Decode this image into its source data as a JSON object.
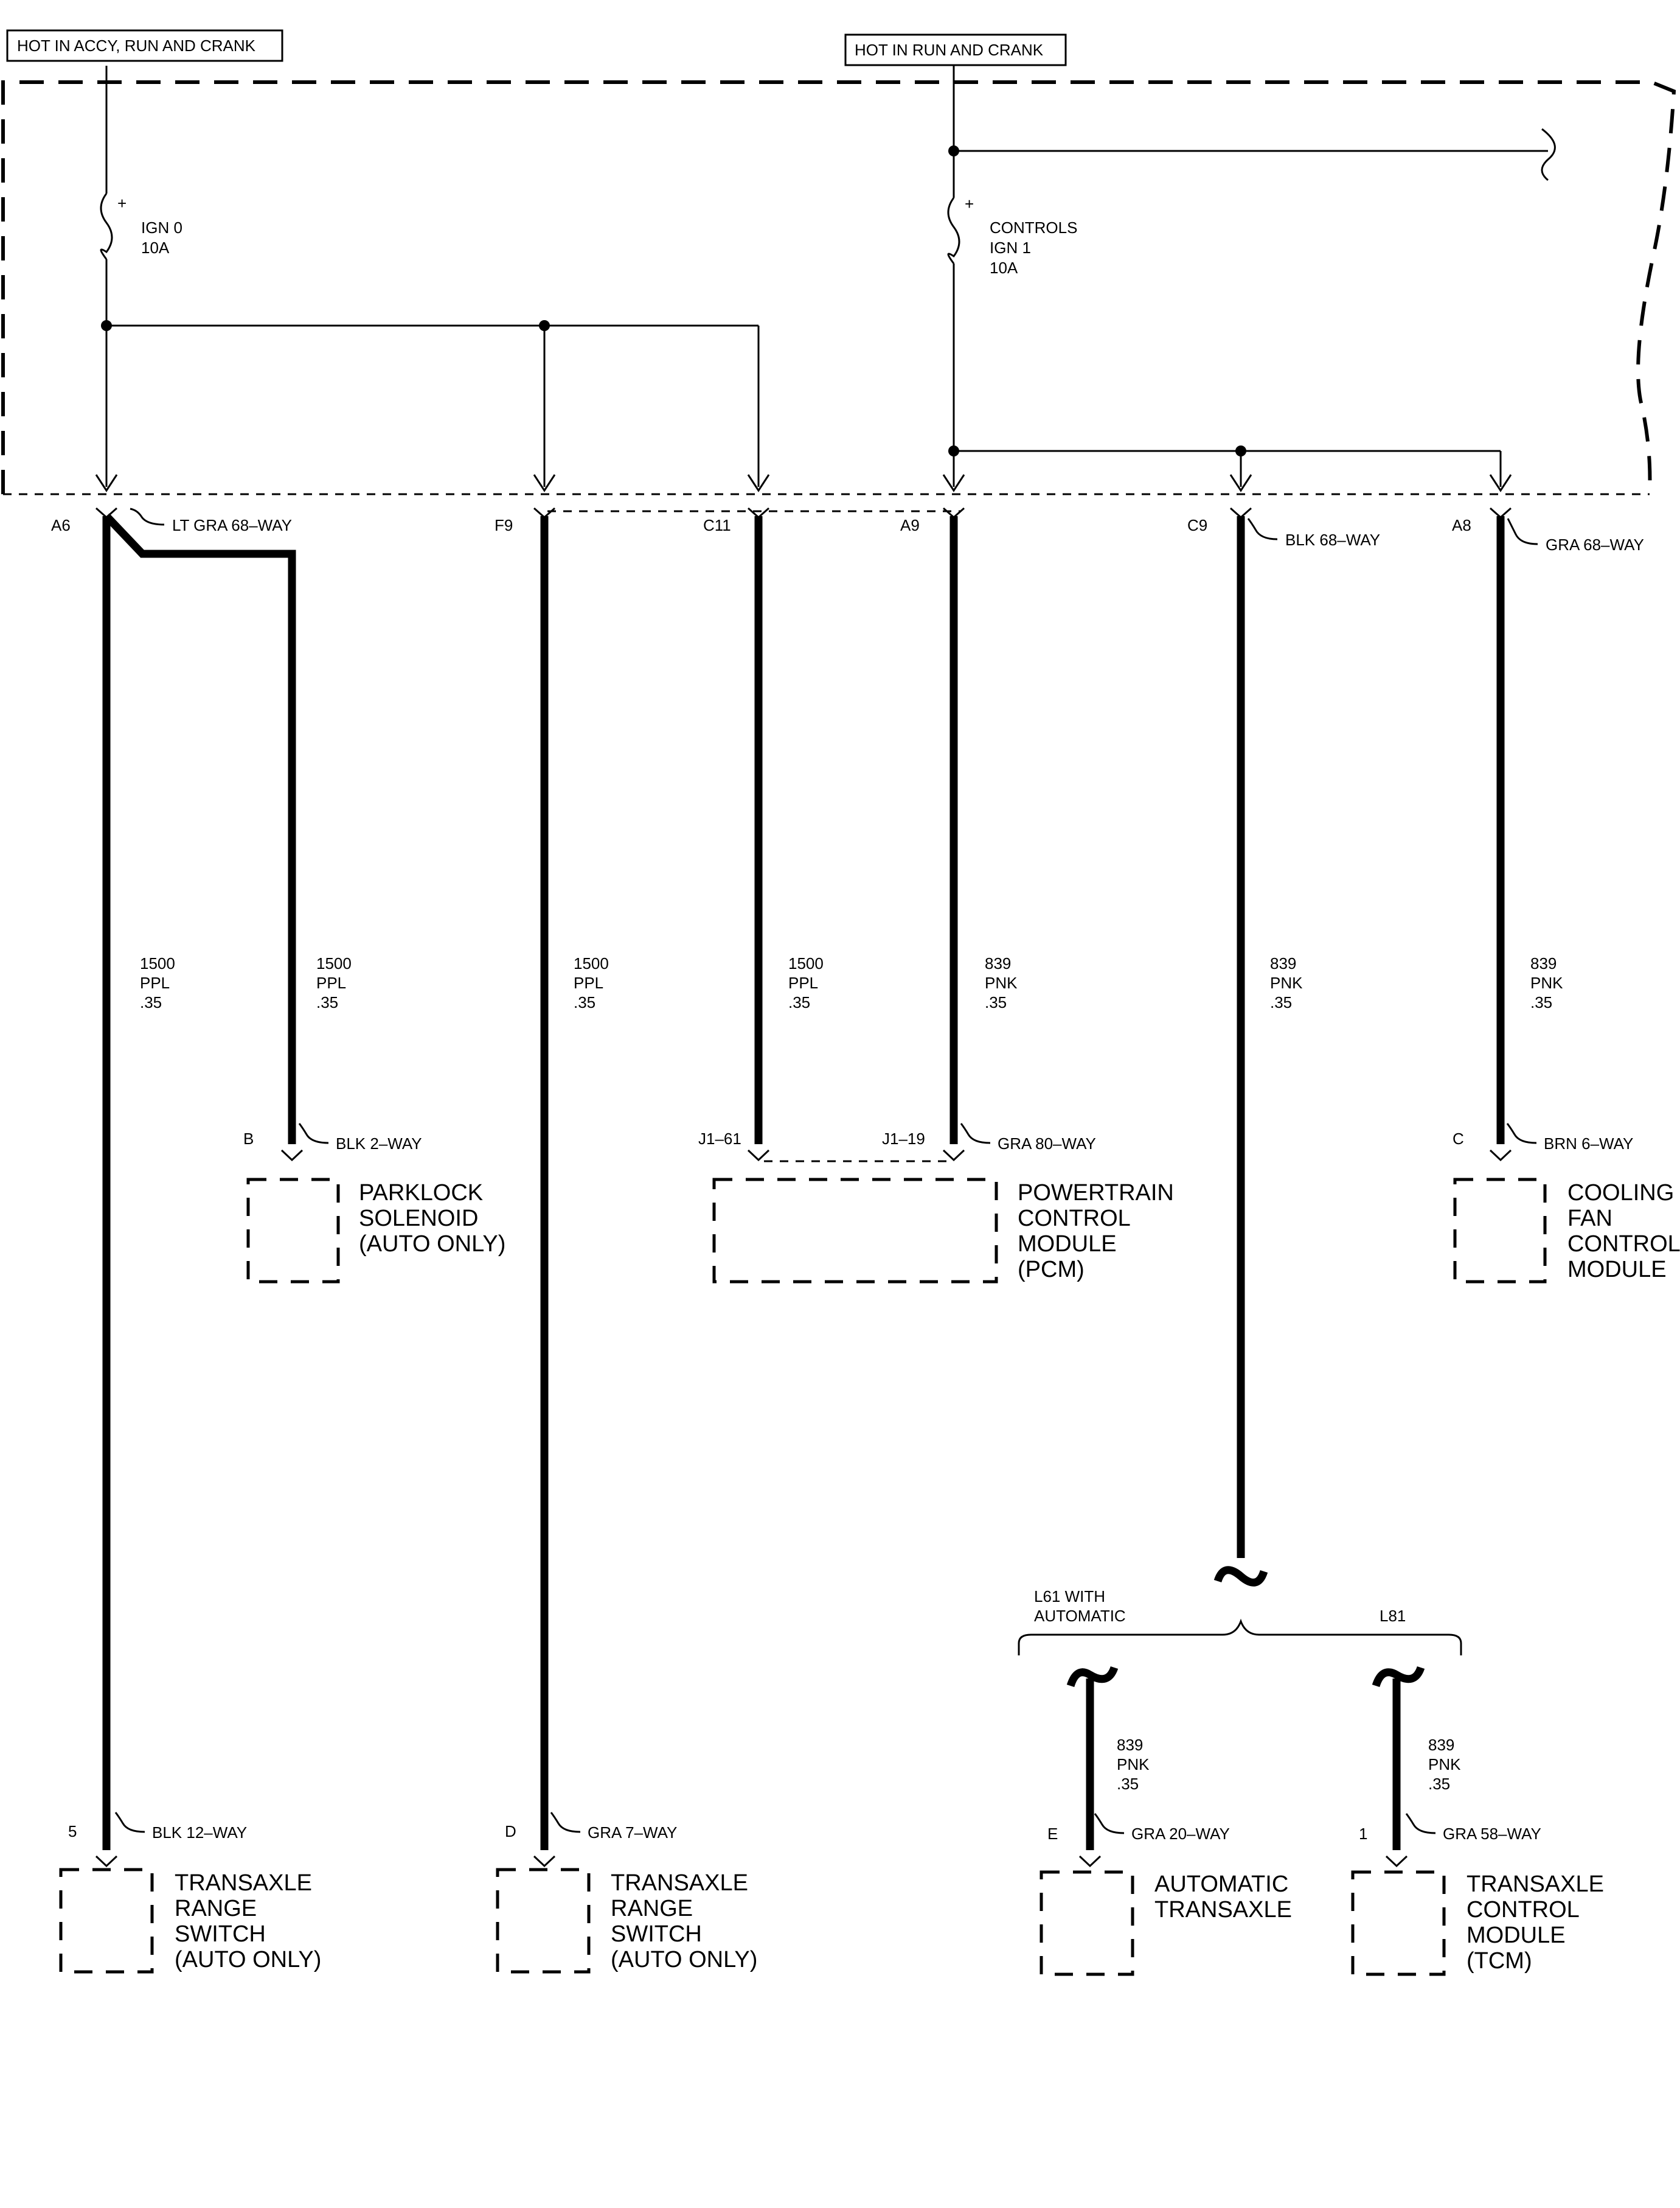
{
  "power_sources": {
    "left": "HOT IN ACCY, RUN AND CRANK",
    "right": "HOT IN RUN AND CRANK"
  },
  "fuses": {
    "ign0": {
      "name": "IGN 0",
      "rating": "10A",
      "polarity": "+"
    },
    "ign1": {
      "name1": "CONTROLS",
      "name2": "IGN 1",
      "rating": "10A",
      "polarity": "+"
    }
  },
  "connectors": {
    "a6": {
      "pin": "A6",
      "desc": "LT GRA 68–WAY"
    },
    "f9": {
      "pin": "F9"
    },
    "c11": {
      "pin": "C11"
    },
    "a9": {
      "pin": "A9"
    },
    "c9": {
      "pin": "C9",
      "desc": "BLK 68–WAY"
    },
    "a8": {
      "pin": "A8",
      "desc": "GRA 68–WAY"
    },
    "parklock": {
      "pin": "B",
      "desc": "BLK 2–WAY"
    },
    "pcm_j161": {
      "pin": "J1–61"
    },
    "pcm_j119": {
      "pin": "J1–19",
      "desc": "GRA 80–WAY"
    },
    "cooling": {
      "pin": "C",
      "desc": "BRN 6–WAY"
    },
    "trs1": {
      "pin": "5",
      "desc": "BLK 12–WAY"
    },
    "trs2": {
      "pin": "D",
      "desc": "GRA 7–WAY"
    },
    "at": {
      "pin": "E",
      "desc": "GRA 20–WAY"
    },
    "tcm": {
      "pin": "1",
      "desc": "GRA 58–WAY"
    }
  },
  "wires": {
    "w1": {
      "circuit": "1500",
      "color": "PPL",
      "gauge": ".35"
    },
    "w2": {
      "circuit": "1500",
      "color": "PPL",
      "gauge": ".35"
    },
    "w3": {
      "circuit": "1500",
      "color": "PPL",
      "gauge": ".35"
    },
    "w4": {
      "circuit": "1500",
      "color": "PPL",
      "gauge": ".35"
    },
    "w5": {
      "circuit": "839",
      "color": "PNK",
      "gauge": ".35"
    },
    "w6": {
      "circuit": "839",
      "color": "PNK",
      "gauge": ".35"
    },
    "w7": {
      "circuit": "839",
      "color": "PNK",
      "gauge": ".35"
    },
    "w8": {
      "circuit": "839",
      "color": "PNK",
      "gauge": ".35"
    },
    "w9": {
      "circuit": "839",
      "color": "PNK",
      "gauge": ".35"
    }
  },
  "options": {
    "left1": "L61 WITH",
    "left2": "AUTOMATIC",
    "right": "L81"
  },
  "components": {
    "parklock": [
      "PARKLOCK",
      "SOLENOID",
      "(AUTO ONLY)"
    ],
    "pcm": [
      "POWERTRAIN",
      "CONTROL",
      "MODULE",
      "(PCM)"
    ],
    "cooling": [
      "COOLING",
      "FAN",
      "CONTROL",
      "MODULE"
    ],
    "trs1": [
      "TRANSAXLE",
      "RANGE",
      "SWITCH",
      "(AUTO ONLY)"
    ],
    "trs2": [
      "TRANSAXLE",
      "RANGE",
      "SWITCH",
      "(AUTO ONLY)"
    ],
    "at": [
      "AUTOMATIC",
      "TRANSAXLE"
    ],
    "tcm": [
      "TRANSAXLE",
      "CONTROL",
      "MODULE",
      "(TCM)"
    ]
  }
}
